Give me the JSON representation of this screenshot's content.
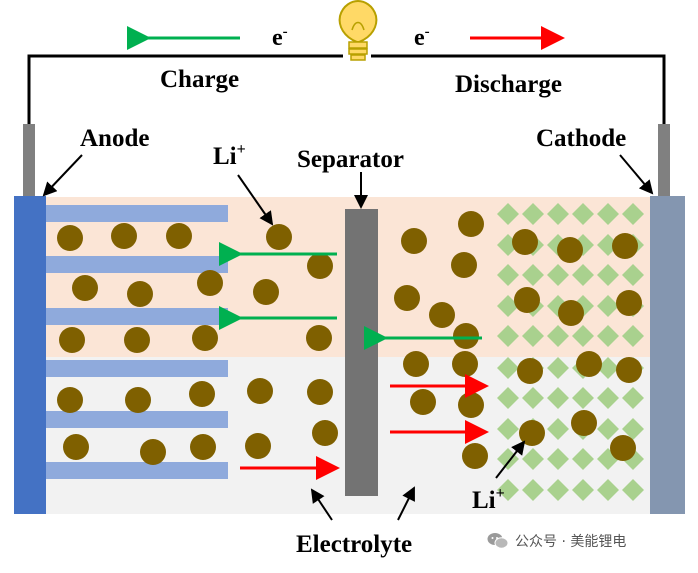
{
  "labels": {
    "electron_left": "e",
    "electron_right": "e",
    "electron_sup": "-",
    "charge": "Charge",
    "discharge": "Discharge",
    "anode": "Anode",
    "cathode": "Cathode",
    "separator": "Separator",
    "li_top": "Li",
    "li_bottom": "Li",
    "li_sup": "+",
    "electrolyte": "Electrolyte"
  },
  "watermark": {
    "text": "公众号 · 美能锂电",
    "icon": "wechat-icon"
  },
  "colors": {
    "anode_plate": "#4472c4",
    "cathode_plate": "#8496b0",
    "graphite_layer": "#8faadc",
    "separator": "#737373",
    "li_ion": "#7f6000",
    "cathode_crystal": "#a9d18e",
    "charged_region": "#fbe5d6",
    "electrolyte_region": "#f2f2f2",
    "charge_arrow": "#00b050",
    "discharge_arrow": "#ff0000",
    "bulb": "#ffd966"
  }
}
